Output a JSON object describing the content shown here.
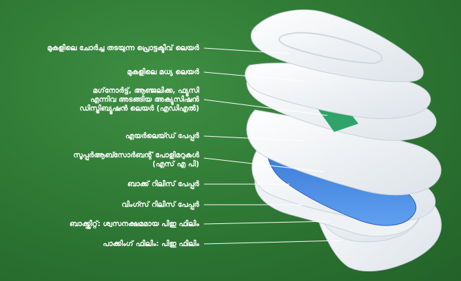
{
  "labels": [
    {
      "text": "മുകളിലെ ചോർച്ച തടയുന്ന പ്രൊട്ടക്ടീവ് ലെയർ"
    },
    {
      "text": "മുകളിലെ മധ്യ ലെയർ"
    },
    {
      "line1": "മഗ്‌നോർട്ട്, ആഞ്ജലിക്ക, ഫ്യൂസി",
      "line2": "എന്നിവ അടങ്ങിയ അക്യുസിഷൻ",
      "line3": "ഡിസ്ട്രിബ്യൂഷൻ ലെയർ (എഡിഎൽ)"
    },
    {
      "text": "എയർലെയ്ഡ് പേപ്പർ"
    },
    {
      "line1": "സൂപ്പർആബ്സോർബന്റ് പോളിമറുകൾ",
      "line2": "(എസ് എ പി)"
    },
    {
      "text": "ബാക്ക് റിലീസ് പേപ്പർ"
    },
    {
      "text": "വിംഗ്സ് റിലീസ് പേപ്പർ"
    },
    {
      "text": "ബാക്ക്ഷീറ്റ്: ശ്വസനക്ഷമമായ പിഇ ഫിലിം"
    },
    {
      "text": "പാക്കിംഗ് ഫിലിം: പിഇ ഫിലിം"
    }
  ],
  "colors": {
    "background": "#2f7a35",
    "layer": "#f4f6f8",
    "adl": "#2fa36a",
    "sap": "#3b7fd8",
    "leader": "#ffffff"
  }
}
